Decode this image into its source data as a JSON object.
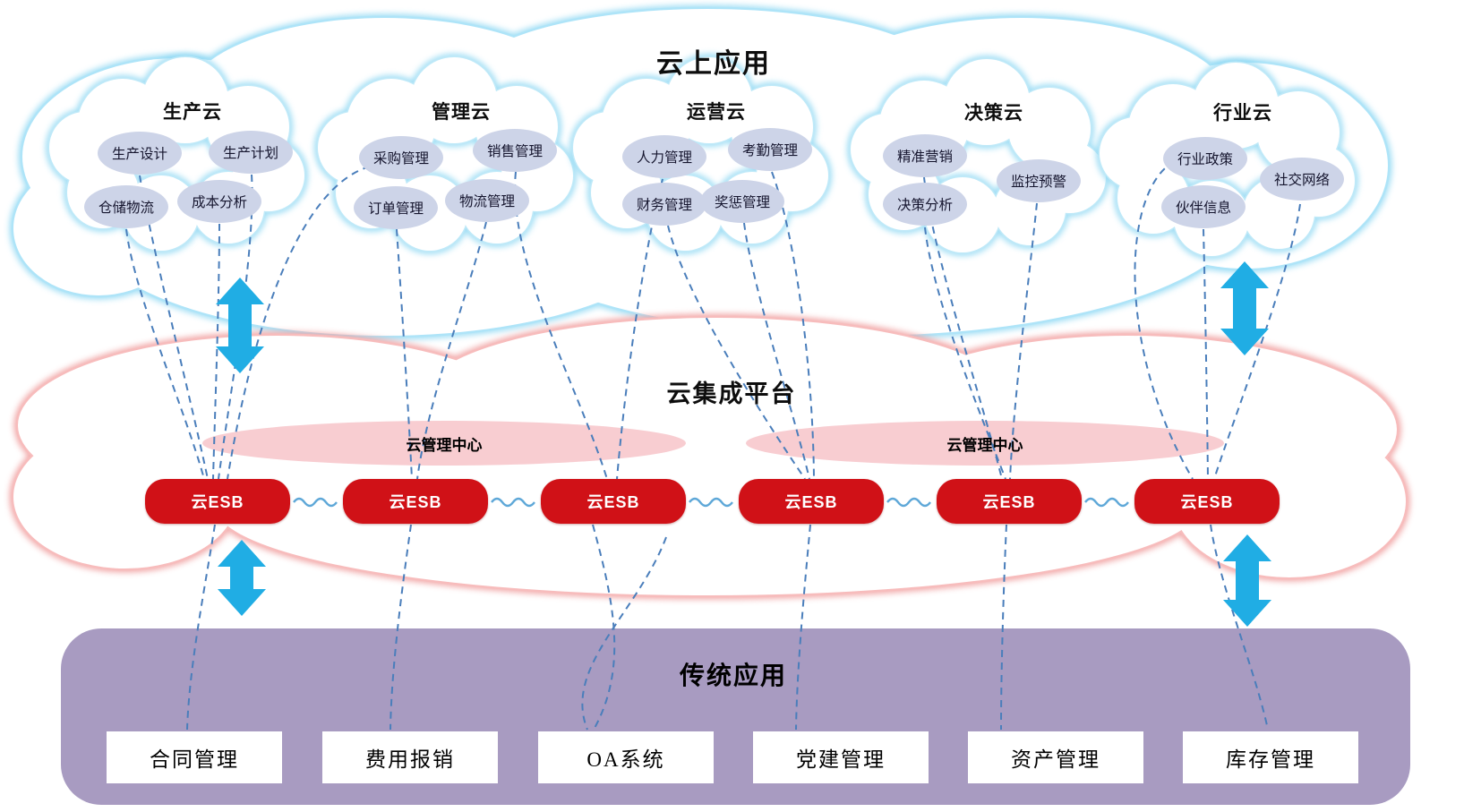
{
  "top_cloud": {
    "title": "云上应用",
    "clouds": [
      {
        "name": "生产云",
        "items": [
          "生产设计",
          "生产计划",
          "仓储物流",
          "成本分析"
        ]
      },
      {
        "name": "管理云",
        "items": [
          "采购管理",
          "销售管理",
          "订单管理",
          "物流管理"
        ]
      },
      {
        "name": "运营云",
        "items": [
          "人力管理",
          "考勤管理",
          "财务管理",
          "奖惩管理"
        ]
      },
      {
        "name": "决策云",
        "items": [
          "精准营销",
          "监控预警",
          "决策分析"
        ]
      },
      {
        "name": "行业云",
        "items": [
          "行业政策",
          "社交网络",
          "伙伴信息"
        ]
      }
    ]
  },
  "integration_platform": {
    "title": "云集成平台",
    "management_centers": [
      "云管理中心",
      "云管理中心"
    ],
    "esb_nodes": [
      "云ESB",
      "云ESB",
      "云ESB",
      "云ESB",
      "云ESB",
      "云ESB"
    ]
  },
  "legacy_apps": {
    "title": "传统应用",
    "systems": [
      "合同管理",
      "费用报销",
      "OA系统",
      "党建管理",
      "资产管理",
      "库存管理"
    ]
  },
  "colors": {
    "arrow_blue": "#20ade4",
    "dashed_line_blue": "#4a7ebb",
    "wave_blue": "#5fa8d8",
    "esb_red": "#d01117",
    "pink_ellipse_fill": "#f8cdd1",
    "pink_cloud_glow": "#f2a6a6",
    "cyan_cloud_glow": "#9fdef5",
    "item_ellipse_fill": "#cdd4e8",
    "legacy_purple": "#a89bc1"
  }
}
